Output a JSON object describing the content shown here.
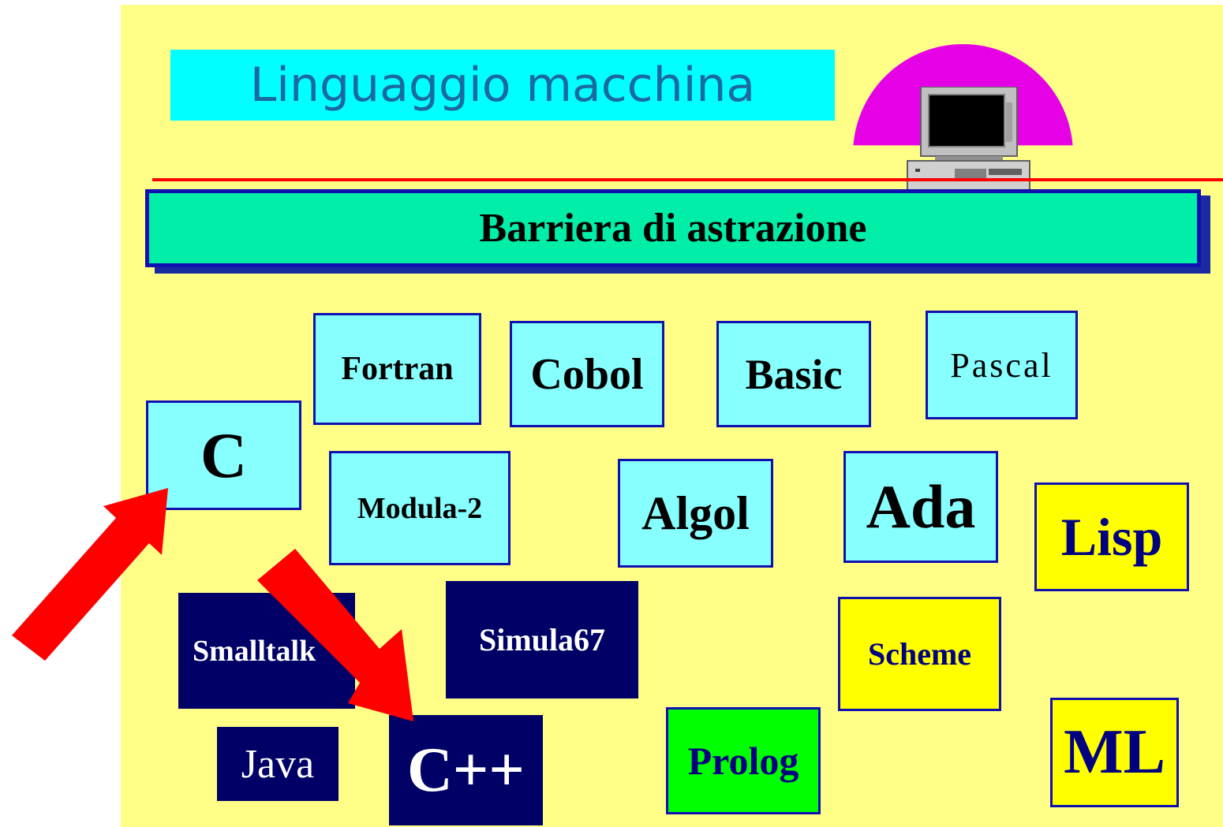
{
  "title": "Linguaggio macchina",
  "barrier": "Barriera di astrazione",
  "languages": {
    "fortran": "Fortran",
    "cobol": "Cobol",
    "basic": "Basic",
    "pascal": "Pascal",
    "c": "C",
    "modula2": "Modula-2",
    "algol": "Algol",
    "ada": "Ada",
    "lisp": "Lisp",
    "smalltalk": "Smalltalk",
    "simula67": "Simula67",
    "scheme": "Scheme",
    "java": "Java",
    "cpp": "C++",
    "prolog": "Prolog",
    "ml": "ML"
  },
  "colors": {
    "background": "#ffff88",
    "title_box": "#00ffff",
    "barrier": "#00eea8",
    "arrow": "#ff0000",
    "semicircle": "#e600e6"
  },
  "icons": [
    "computer-icon",
    "arrow-icon"
  ]
}
